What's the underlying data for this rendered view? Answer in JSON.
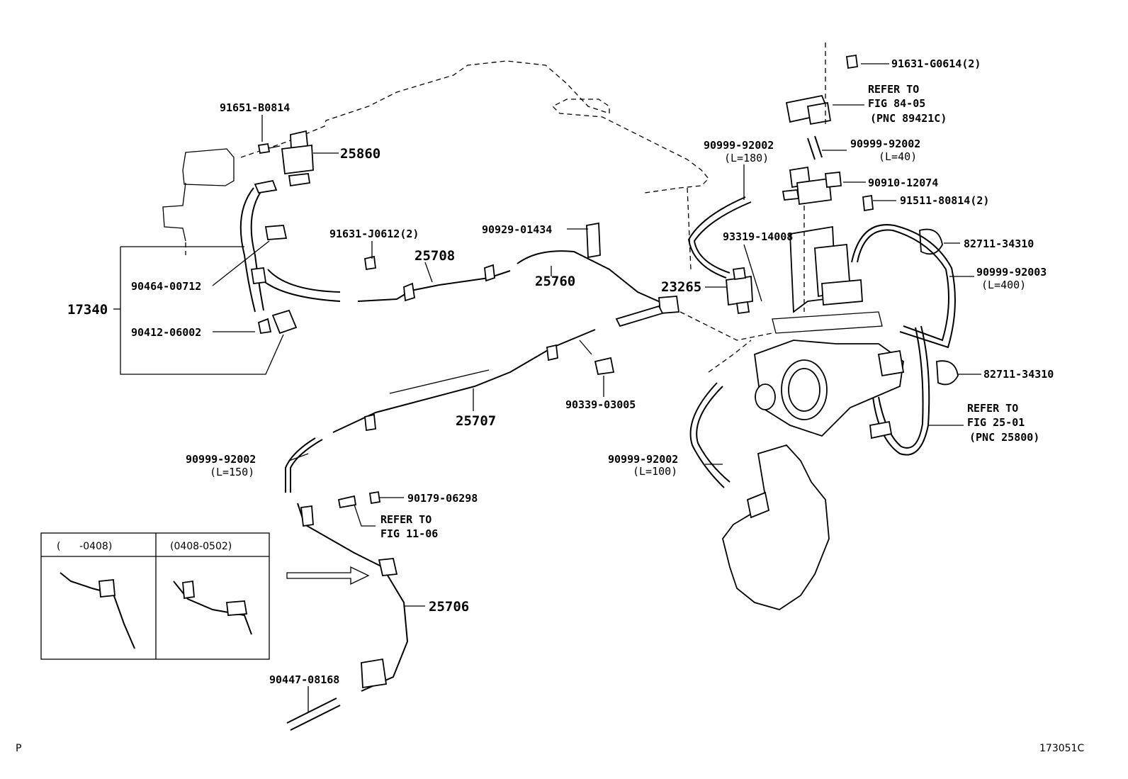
{
  "labels": {
    "p_91651_B0814": "91651-B0814",
    "p_25860": "25860",
    "p_17340": "17340",
    "p_90464_00712": "90464-00712",
    "p_90412_06002": "90412-06002",
    "p_91631_J0612": "91631-J0612(2)",
    "p_25708": "25708",
    "p_90929_01434": "90929-01434",
    "p_25760": "25760",
    "p_90999_92002_a": "90999-92002",
    "p_L180": "(L=180)",
    "p_91631_G0614": "91631-G0614(2)",
    "p_refer_to_a": "REFER TO",
    "p_fig_84_05": "FIG 84-05",
    "p_pnc_89421c": "(PNC 89421C)",
    "p_90999_92002_b": "90999-92002",
    "p_L40": "(L=40)",
    "p_90910_12074": "90910-12074",
    "p_91511_80814": "91511-80814(2)",
    "p_93319_14008": "93319-14008",
    "p_23265": "23265",
    "p_82711_34310_a": "82711-34310",
    "p_90999_92003": "90999-92003",
    "p_L400": "(L=400)",
    "p_82711_34310_b": "82711-34310",
    "p_refer_to_b": "REFER TO",
    "p_fig_25_01": "FIG 25-01",
    "p_pnc_25800": "(PNC 25800)",
    "p_90339_03005": "90339-03005",
    "p_25707": "25707",
    "p_90999_92002_c": "90999-92002",
    "p_L150": "(L=150)",
    "p_90179_06298": "90179-06298",
    "p_refer_to_c": "REFER TO",
    "p_fig_11_06": "FIG 11-06",
    "p_90999_92002_d": "90999-92002",
    "p_L100": "(L=100)",
    "p_25706": "25706",
    "p_90447_08168": "90447-08168",
    "inset_left": "(      -0408)",
    "inset_right": "(0408-0502)",
    "corner_p": "P",
    "fig_id": "173051C"
  }
}
